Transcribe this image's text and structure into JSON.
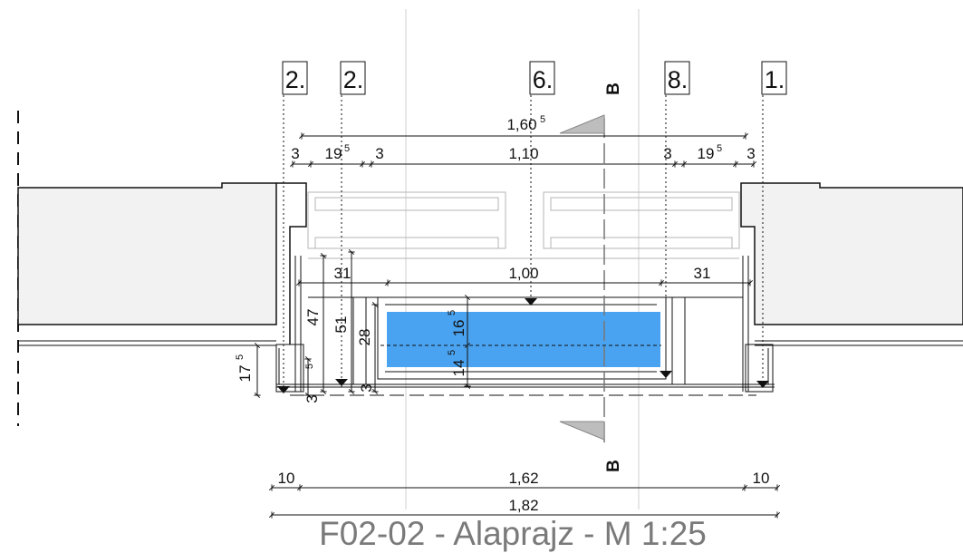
{
  "title": "F02-02 - Alaprajz - M 1:25",
  "section_marks": [
    "B",
    "B"
  ],
  "grid_tags": [
    "2.",
    "2.",
    "6.",
    "8.",
    "1."
  ],
  "top_dimensions": {
    "overall": [
      "1,60",
      "5"
    ],
    "segments": [
      "3",
      "19",
      "5",
      "3",
      "1,10",
      "3",
      "19",
      "5",
      "3"
    ],
    "inner": [
      "31",
      "1,00",
      "31"
    ]
  },
  "vertical_dimensions": {
    "left": [
      "17",
      "5"
    ],
    "depths": [
      "47",
      "51",
      "28",
      "16",
      "5",
      "14",
      "5"
    ],
    "small": [
      "3",
      "3",
      "5"
    ]
  },
  "bottom_dimensions": {
    "pieces": [
      "10",
      "1,62",
      "10"
    ],
    "overall": "1,82"
  },
  "colors": {
    "highlight": "#4aa3f0",
    "line": "#111111",
    "wall": "#f2f2f2",
    "guide": "#cfcfcf",
    "title": "#7a7a7a"
  }
}
